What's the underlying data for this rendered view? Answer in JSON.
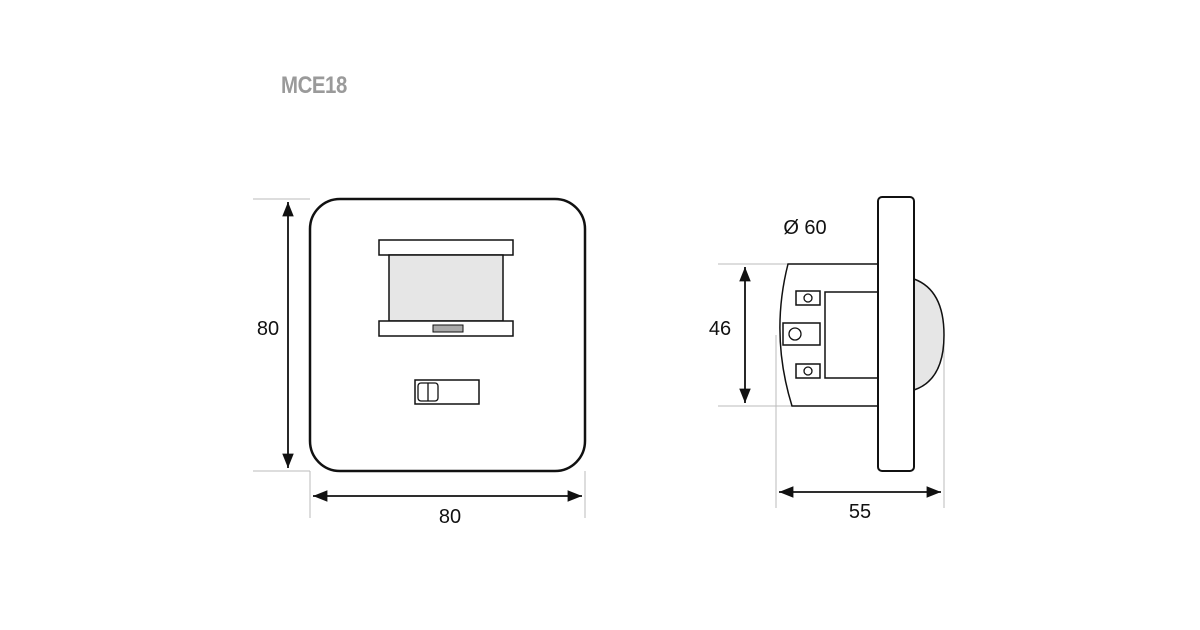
{
  "title": "MCE18",
  "front_view": {
    "height_label": "80",
    "width_label": "80"
  },
  "side_view": {
    "diameter_label": "Ø 60",
    "body_height_label": "46",
    "depth_label": "55"
  },
  "colors": {
    "title": "#9a9a9a",
    "lens_fill": "#e6e6e6",
    "indicator_fill": "#aaaaaa",
    "outline": "#111111",
    "extension_line": "#bbbbbb"
  }
}
